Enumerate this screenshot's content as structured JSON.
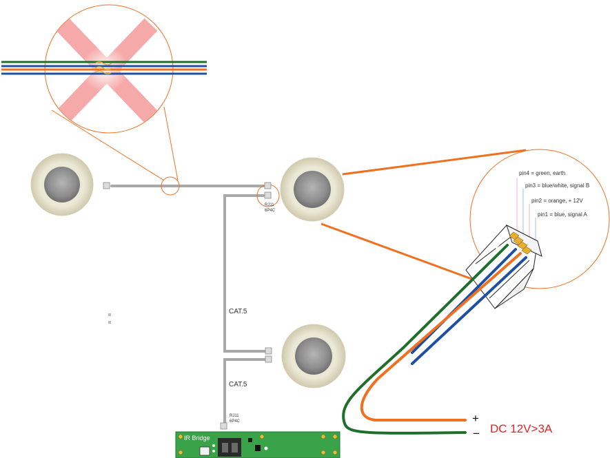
{
  "labels": {
    "cable_upper": "CAT.5",
    "cable_lower": "CAT.5",
    "connector_top_line1": "RJ11",
    "connector_top_line2": "6P4C",
    "connector_bottom_line1": "RJ11",
    "connector_bottom_line2": "6P4C",
    "board_title": "IR Bridge",
    "power": "DC 12V>3A",
    "plus": "+",
    "minus": "−"
  },
  "pins": [
    {
      "text": "pin4 = green, earth",
      "color": "#1f6e2a"
    },
    {
      "text": "pin3 = blue/white, signal B",
      "color": "#1f4fa3"
    },
    {
      "text": "pin2 = orange, + 12V",
      "color": "#f07020"
    },
    {
      "text": "pin1 = blue, signal A",
      "color": "#1f4fa3"
    }
  ],
  "colors": {
    "cable": "#a9a9a9",
    "callout": "#f07020",
    "power_text": "#e32424",
    "wire_green": "#1f6e2a",
    "wire_blue": "#1f4fa3",
    "wire_orange": "#f07020",
    "board": "#3aa34a",
    "speaker_rim": "#e0dbc4",
    "speaker_cone": "#8c8c8c",
    "cross": "#f59a9a"
  },
  "icons": {
    "forbidden": "red-cross-icon",
    "speaker": "ceiling-speaker-icon"
  }
}
